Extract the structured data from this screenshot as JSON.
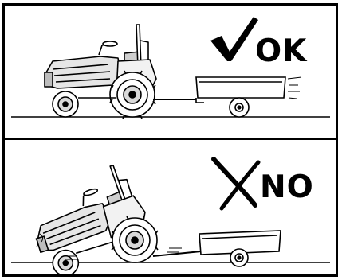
{
  "panels": [
    {
      "id": "ok",
      "verdict": "OK",
      "mark": "check-icon"
    },
    {
      "id": "no",
      "verdict": "NO",
      "mark": "cross-icon"
    }
  ],
  "colors": {
    "line": "#000000",
    "background": "#ffffff",
    "shade": "#d9d9d9"
  }
}
